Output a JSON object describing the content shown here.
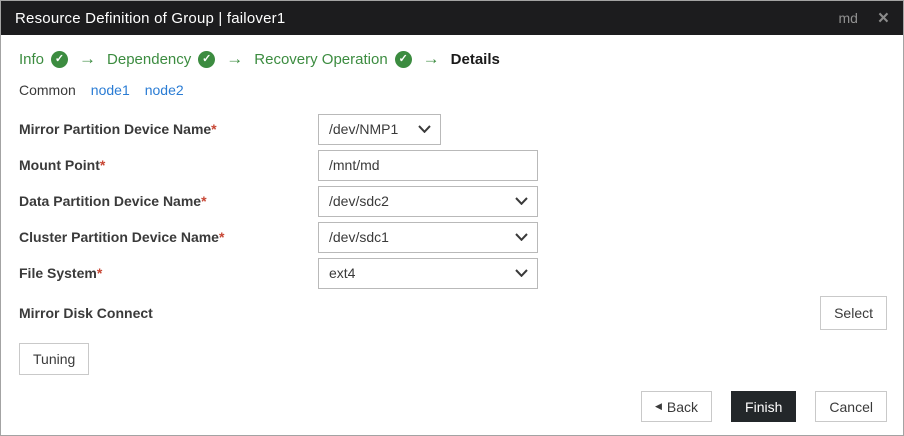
{
  "colors": {
    "titlebar_bg": "#1c1c1e",
    "step_green": "#3c8c40",
    "tab_blue": "#2a7cd4",
    "required_red": "#c74634",
    "finish_bg": "#23272a"
  },
  "titlebar": {
    "title": "Resource Definition of Group | failover1",
    "context_label": "md"
  },
  "icons": {
    "close": "×",
    "check": "✓",
    "arrow": "→",
    "back": "◀"
  },
  "steps": {
    "items": [
      {
        "label": "Info",
        "done": true
      },
      {
        "label": "Dependency",
        "done": true
      },
      {
        "label": "Recovery Operation",
        "done": true
      },
      {
        "label": "Details",
        "done": false,
        "current": true
      }
    ]
  },
  "tabs": {
    "items": [
      {
        "label": "Common",
        "active": true
      },
      {
        "label": "node1",
        "active": false
      },
      {
        "label": "node2",
        "active": false
      }
    ]
  },
  "form": {
    "fields": [
      {
        "label": "Mirror Partition Device Name",
        "required": "*",
        "type": "select",
        "value": "/dev/NMP1"
      },
      {
        "label": "Mount Point",
        "required": "*",
        "type": "text",
        "value": "/mnt/md"
      },
      {
        "label": "Data Partition Device Name",
        "required": "*",
        "type": "select",
        "value": "/dev/sdc2"
      },
      {
        "label": "Cluster Partition Device Name",
        "required": "*",
        "type": "select",
        "value": "/dev/sdc1"
      },
      {
        "label": "File System",
        "required": "*",
        "type": "select",
        "value": "ext4"
      },
      {
        "label": "Mirror Disk Connect",
        "type": "button",
        "button_label": "Select"
      }
    ]
  },
  "buttons": {
    "tuning": "Tuning",
    "back": "Back",
    "finish": "Finish",
    "cancel": "Cancel"
  }
}
